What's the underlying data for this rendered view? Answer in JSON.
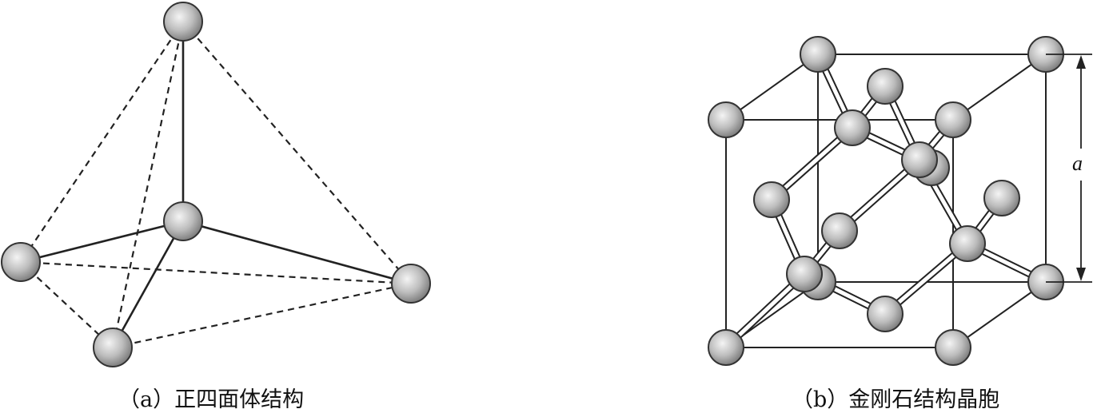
{
  "captions": {
    "tetrahedron": "（a）正四面体结构",
    "diamond": "（b）金刚石结构晶胞"
  },
  "dimension_label": "a",
  "colors": {
    "line": "#222222",
    "atom_light": "#f4f4f4",
    "atom_mid": "#bdbdbd",
    "atom_dark": "#7a7a7a",
    "atom_outline": "#333333"
  }
}
